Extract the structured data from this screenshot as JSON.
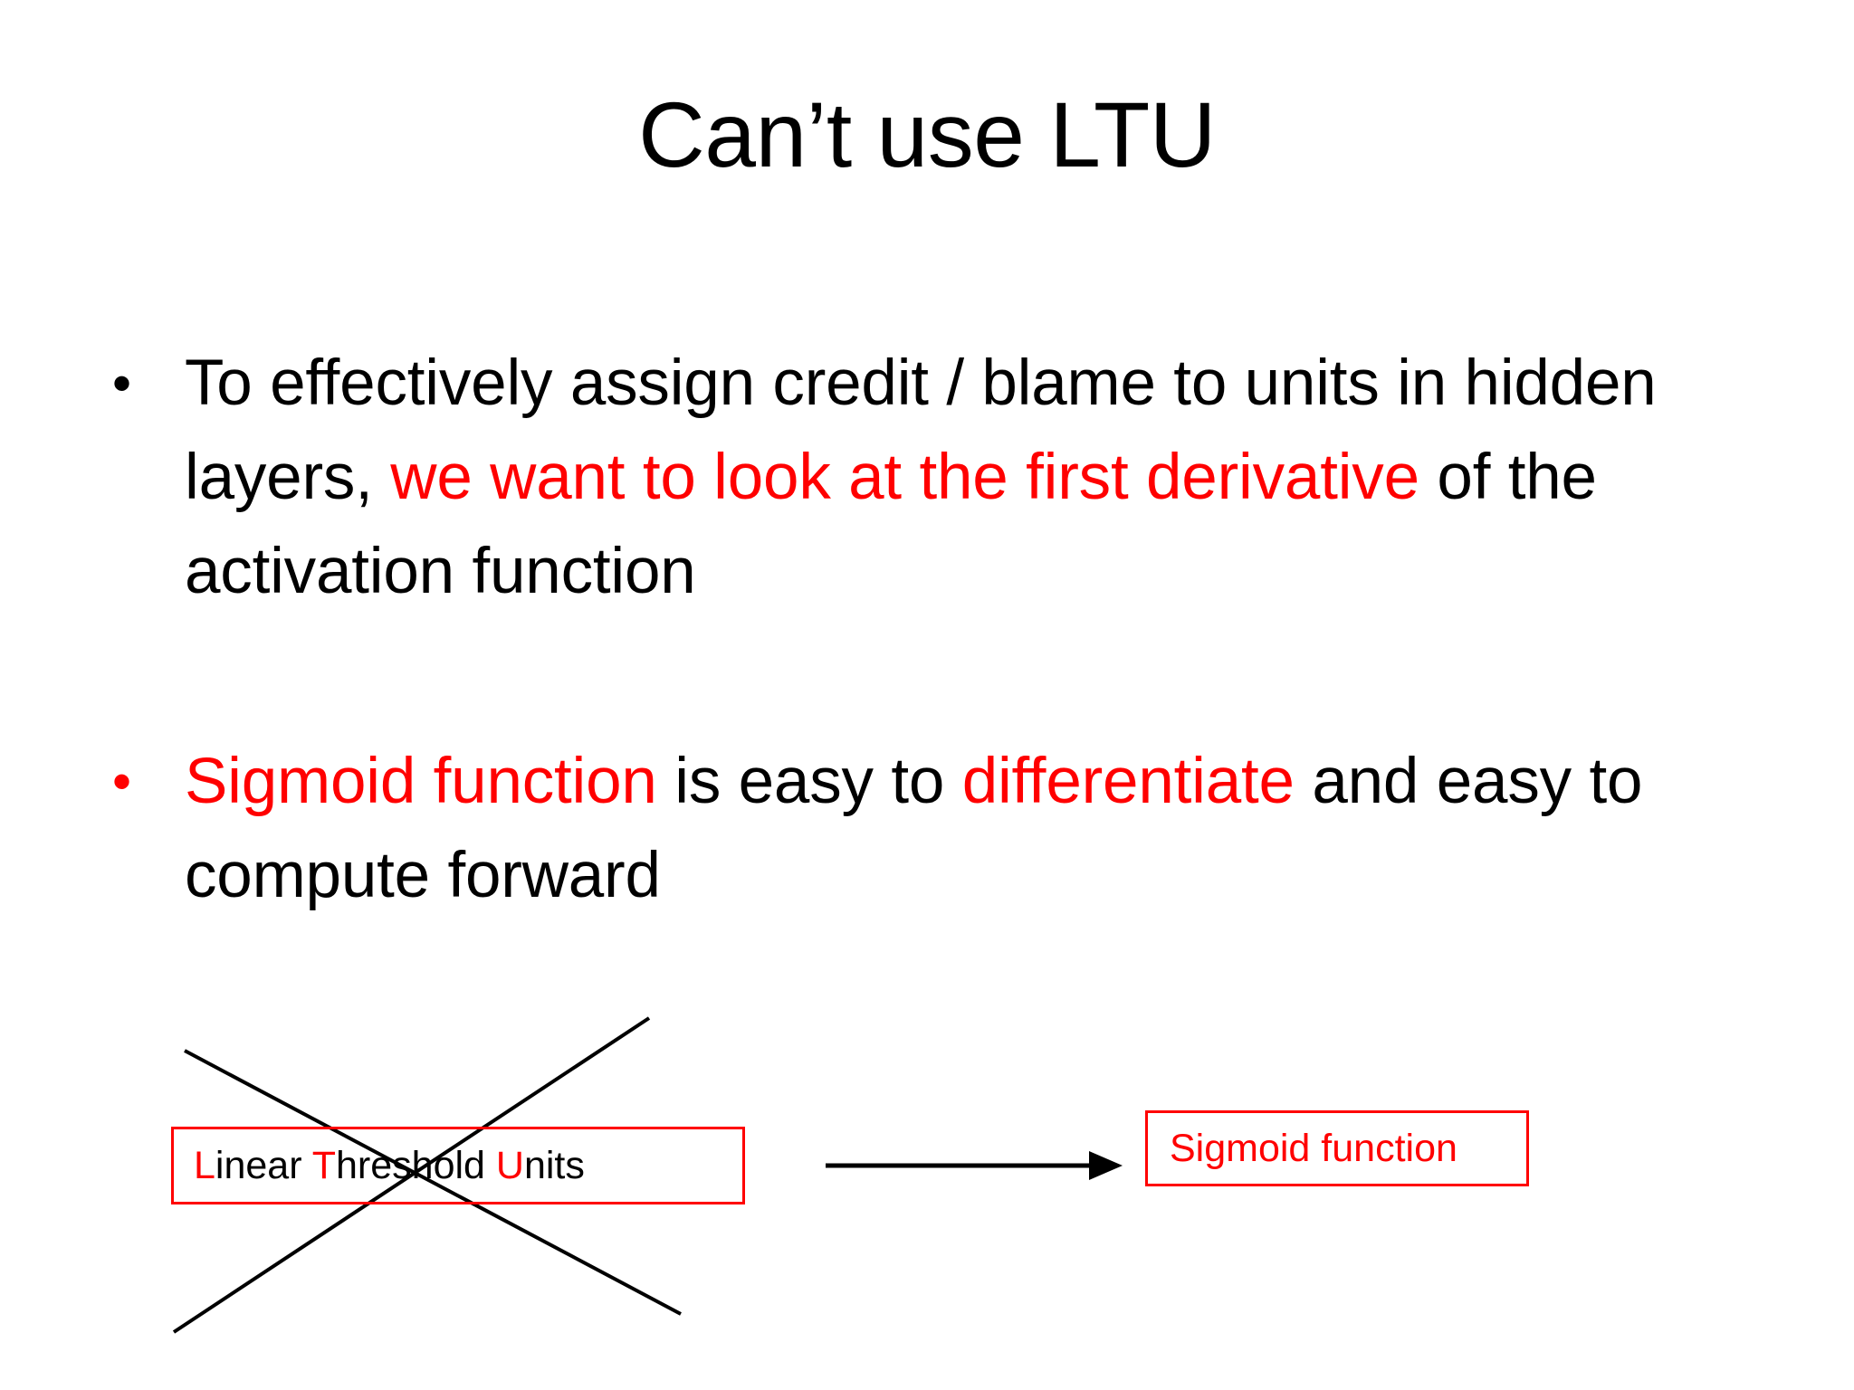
{
  "slide": {
    "title": "Can’t use LTU",
    "background_color": "#ffffff",
    "text_color": "#000000",
    "accent_color": "#ff0000"
  },
  "bullets": [
    {
      "marker": "•",
      "marker_color": "#000000",
      "segments": [
        {
          "text": "To effectively assign credit / blame to units in hidden layers, ",
          "color": "#000000"
        },
        {
          "text": "we want to look at the first derivative",
          "color": "#ff0000"
        },
        {
          "text": " of the activation function",
          "color": "#000000"
        }
      ],
      "runs": {
        "s1": "To effectively assign credit / blame to units in hidden layers, ",
        "s2": "we want to look at the first derivative",
        "s3": " of the activation function"
      }
    },
    {
      "marker": "•",
      "marker_color": "#ff0000",
      "segments": [
        {
          "text": "Sigmoid function",
          "color": "#ff0000"
        },
        {
          "text": " is easy to ",
          "color": "#000000"
        },
        {
          "text": "differentiate",
          "color": "#ff0000"
        },
        {
          "text": " and easy to compute forward",
          "color": "#000000"
        }
      ],
      "runs": {
        "s1": "Sigmoid function",
        "s2": " is easy to ",
        "s3": "differentiate",
        "s4": " and easy to compute forward"
      }
    }
  ],
  "diagram": {
    "ltu_box": {
      "label_prefix_red": "L",
      "label_part1": "inear ",
      "label_accent2": "T",
      "label_part2": "hreshold ",
      "label_accent3": "U",
      "label_part3": "nits",
      "full_label": "Linear Threshold Units",
      "border_color": "#ff0000",
      "struck_out": true
    },
    "arrow": {
      "name": "right-arrow",
      "color": "#000000",
      "direction": "right"
    },
    "sigmoid_box": {
      "full_label": "Sigmoid function",
      "text_color": "#ff0000",
      "border_color": "#ff0000"
    },
    "strikeout": {
      "name": "cross-out-x",
      "color": "#000000"
    }
  }
}
